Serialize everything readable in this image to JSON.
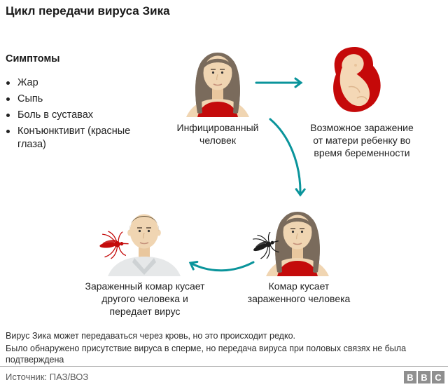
{
  "title": "Цикл передачи вируса Зика",
  "symptoms": {
    "heading": "Симптомы",
    "items": [
      "Жар",
      "Сыпь",
      "Боль в суставах",
      "Конъюнктивит (красные глаза)"
    ]
  },
  "diagram": {
    "infected_person": {
      "label": "Инфицированный\nчеловек",
      "icon": "woman-figure"
    },
    "mother_to_child": {
      "label": "Возможное заражение\nот матери ребенку во\nвремя беременности",
      "icon": "fetus-in-womb"
    },
    "mosquito_bites": {
      "label": "Комар кусает\nзараженного человека",
      "icon": "woman-figure-with-black-mosquito"
    },
    "infected_mosquito": {
      "label": "Зараженный комар кусает\nдругого человека и\nпередает вирус",
      "icon": "man-figure-with-red-mosquito"
    }
  },
  "footnote": {
    "line1": "Вирус Зика может передаваться через кровь, но это происходит редко.",
    "line2": "Было обнаружено присутствие вируса в сперме, но передача вируса при половых связях не была\nподтверждена"
  },
  "footer": {
    "source": "Источник: ПАЗ/ВОЗ",
    "logo_letters": [
      "B",
      "B",
      "C"
    ]
  },
  "colors": {
    "arrow_teal": "#0a949b",
    "red": "#c40b0b",
    "skin": "#f0d5b2",
    "woman_hair": "#7a6b5c",
    "man_hair": "#6a5a41",
    "shirt_gray": "#e6e8e9",
    "mosquito_black": "#1c1c1c",
    "logo_gray": "#8f8f8f",
    "text_dark": "#1a1a1a"
  }
}
